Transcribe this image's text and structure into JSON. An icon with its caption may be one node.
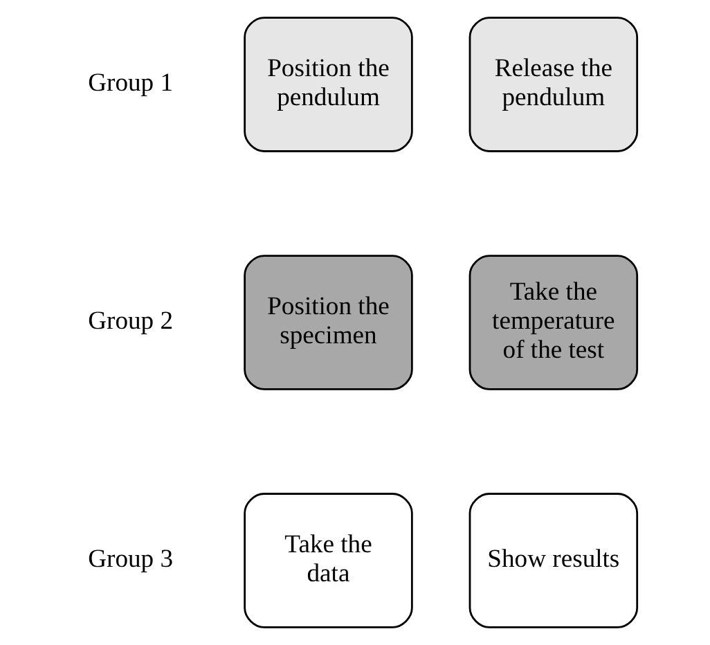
{
  "diagram": {
    "nodes": [
      {
        "text": [
          "Position the pendulum"
        ]
      },
      {
        "text": [
          "Release the pendulum"
        ]
      },
      {
        "text": [
          "Position the specimen"
        ]
      },
      {
        "text": [
          "Take the temperature of the test"
        ]
      },
      {
        "text": [
          "Take the data"
        ]
      },
      {
        "text": [
          "Show results"
        ]
      }
    ],
    "labels": [
      "Group 1",
      "Group 2",
      "Group 3"
    ]
  }
}
